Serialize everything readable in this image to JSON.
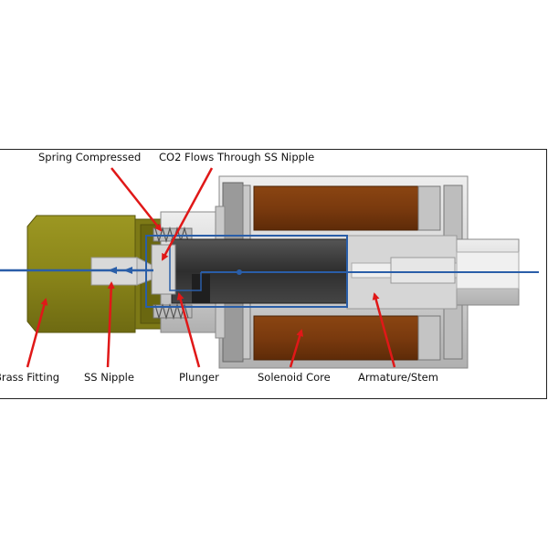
{
  "labels": {
    "spring_compressed": "Spring Compressed",
    "co2_flows": "CO2 Flows Through SS Nipple",
    "brass_fitting": "Brass Fitting",
    "ss_nipple": "SS Nipple",
    "plunger": "Plunger",
    "solenoid_core": "Solenoid Core",
    "armature_stem": "Armature/Stem"
  },
  "colors": {
    "brass": "#8f8a1c",
    "brass_dark": "#6b6812",
    "coil": "#7a3a0e",
    "steel_light": "#d8d8d8",
    "steel_mid": "#b5b5b5",
    "plunger_dark": "#3a3a3a",
    "flow_line": "#2a5ea8",
    "arrow_red": "#e01818"
  }
}
